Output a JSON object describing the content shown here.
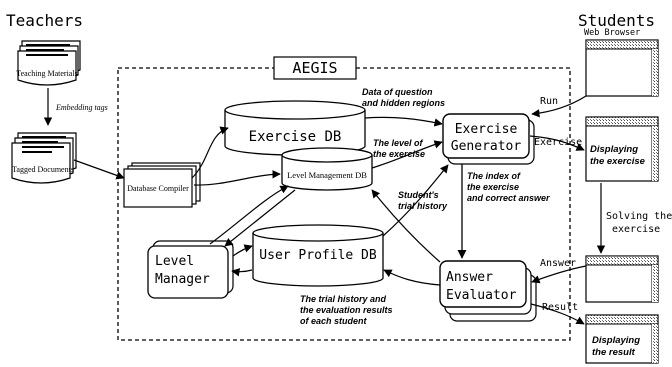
{
  "header": {
    "teachers": "Teachers",
    "students": "Students",
    "web_browser": "Web Browser"
  },
  "system": {
    "title": "AEGIS"
  },
  "teacher_side": {
    "teaching_materials": "Teaching Materials",
    "embedding_tags": "Embedding tags",
    "tagged_documents": "Tagged Documents",
    "database_compiler": "Database Compiler"
  },
  "components": {
    "exercise_db": "Exercise DB",
    "level_management_db": "Level Management DB",
    "user_profile_db": "User Profile DB",
    "exercise_generator": [
      "Exercise",
      "Generator"
    ],
    "answer_evaluator": [
      "Answer",
      "Evaluator"
    ],
    "level_manager": [
      "Level",
      "Manager"
    ]
  },
  "annotations": {
    "data_of_question": [
      "Data of question",
      "and hidden regions"
    ],
    "level_of_exercise": [
      "The level of",
      "the exercise"
    ],
    "index_of_exercise": [
      "The index of",
      "the exercise",
      "and correct answer"
    ],
    "students_trial_history": [
      "Student's",
      "trial history"
    ],
    "trial_history_results": [
      "The trial history and",
      "the evaluation results",
      "of each student"
    ]
  },
  "student_side": {
    "run": "Run",
    "exercise": "Exercise",
    "displaying_exercise": [
      "Displaying",
      "the exercise"
    ],
    "solving_exercise": [
      "Solving the",
      "exercise"
    ],
    "answer": "Answer",
    "result": "Result",
    "displaying_result": [
      "Displaying",
      "the result"
    ]
  }
}
